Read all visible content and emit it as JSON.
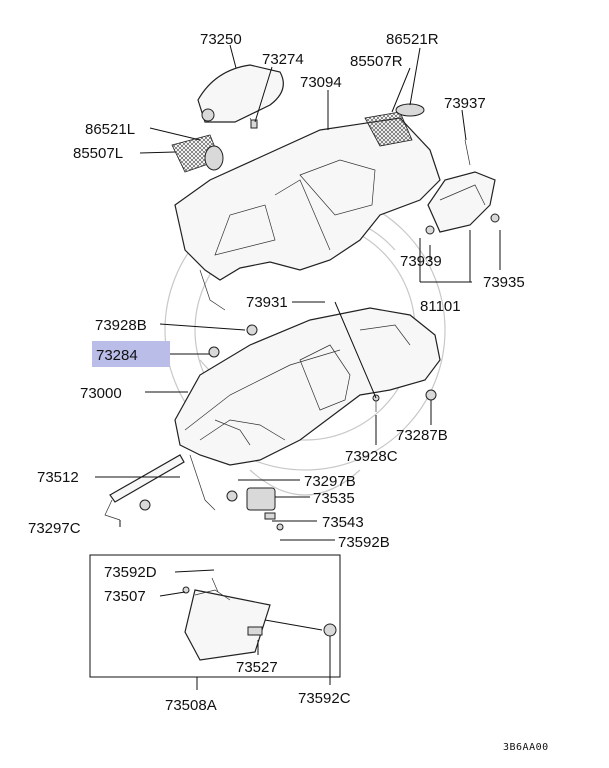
{
  "highlight_color": "#b9bde8",
  "labels": {
    "p73250": "73250",
    "p73274": "73274",
    "p86521R": "86521R",
    "p85507R": "85507R",
    "p73094": "73094",
    "p73937": "73937",
    "p86521L": "86521L",
    "p85507L": "85507L",
    "p73939": "73939",
    "p73935": "73935",
    "p81101": "81101",
    "p73931": "73931",
    "p73928B": "73928B",
    "p73284": "73284",
    "p73000": "73000",
    "p73287B": "73287B",
    "p73928C": "73928C",
    "p73512": "73512",
    "p73297B": "73297B",
    "p73535": "73535",
    "p73297C": "73297C",
    "p73543": "73543",
    "p73592B": "73592B",
    "p73592D": "73592D",
    "p73507": "73507",
    "p73527": "73527",
    "p73508A": "73508A",
    "p73592C": "73592C"
  },
  "diagram_code": "3B6AA00"
}
